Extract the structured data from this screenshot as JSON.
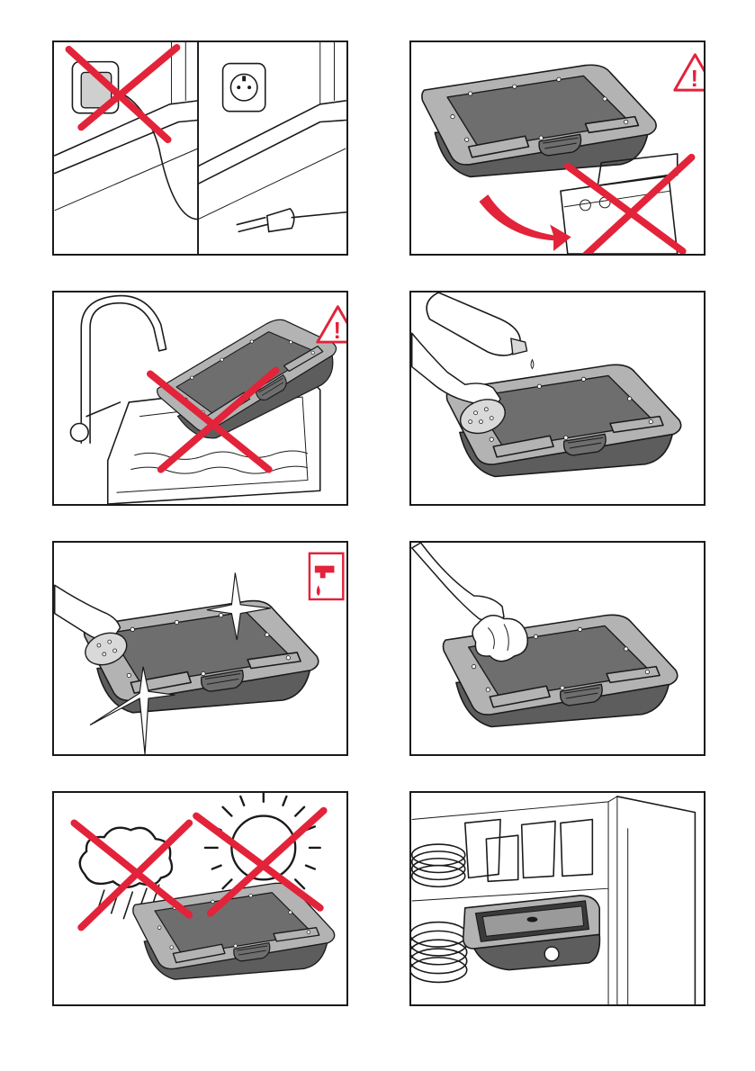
{
  "page": {
    "background": "#ffffff"
  },
  "colors": {
    "prohibition": "#e2233a",
    "outline": "#1a1a1a",
    "tray_rim": "#b3b3b3",
    "tray_inner": "#6e6e6e"
  },
  "panels": [
    {
      "id": "unplug",
      "icons": [
        "wall-socket-icon",
        "plug-icon",
        "prohibited-x-icon"
      ]
    },
    {
      "id": "no-dishwasher",
      "icons": [
        "tray-icon",
        "dishwasher-icon",
        "curved-arrow-icon",
        "prohibited-x-icon",
        "warning-triangle-icon"
      ]
    },
    {
      "id": "no-immersion",
      "icons": [
        "faucet-icon",
        "sink-icon",
        "tray-icon",
        "prohibited-x-icon",
        "warning-triangle-icon"
      ]
    },
    {
      "id": "wash-with-detergent",
      "icons": [
        "detergent-bottle-icon",
        "hand-icon",
        "sponge-icon",
        "tray-icon"
      ]
    },
    {
      "id": "rinse",
      "icons": [
        "hand-icon",
        "sponge-icon",
        "tray-icon",
        "sparkle-icon",
        "tap-water-icon"
      ]
    },
    {
      "id": "dry-with-cloth",
      "icons": [
        "hand-icon",
        "cloth-icon",
        "tray-icon"
      ]
    },
    {
      "id": "no-weather-exposure",
      "icons": [
        "rain-cloud-icon",
        "sun-icon",
        "tray-icon",
        "prohibited-x-icon"
      ]
    },
    {
      "id": "store-in-cupboard",
      "icons": [
        "cupboard-icon",
        "plates-icon",
        "containers-icon",
        "appliance-icon"
      ]
    }
  ],
  "warning_symbol": "!"
}
